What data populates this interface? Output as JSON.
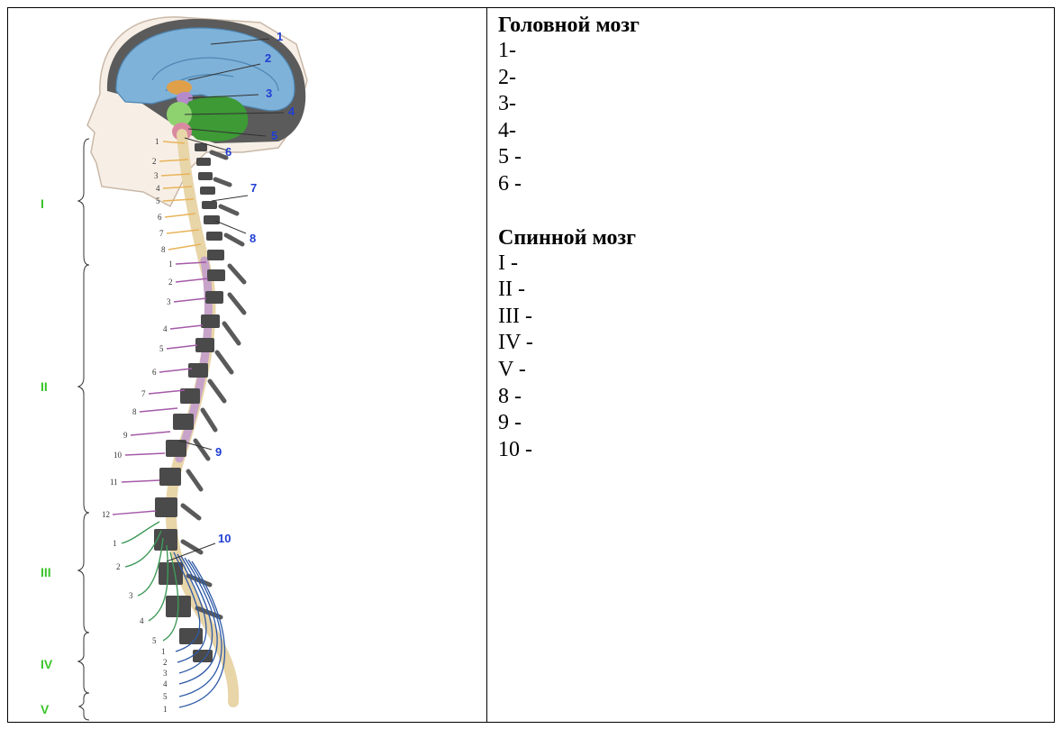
{
  "brain": {
    "heading": "Головной мозг",
    "items": [
      "1-",
      "2-",
      "3-",
      "4-",
      "5 -",
      "6 -"
    ]
  },
  "spine": {
    "heading": "Спинной мозг",
    "items": [
      "I -",
      "II -",
      "III -",
      "IV -",
      "V -",
      "8 -",
      "9 -",
      "10 -"
    ]
  },
  "diagram": {
    "callouts": [
      "1",
      "2",
      "3",
      "4",
      "5",
      "6",
      "7",
      "8",
      "9",
      "10"
    ],
    "sections": [
      "I",
      "II",
      "III",
      "IV",
      "V"
    ],
    "cervical_numbers": [
      "1",
      "2",
      "3",
      "4",
      "5",
      "6",
      "7",
      "8"
    ],
    "thoracic_numbers": [
      "1",
      "2",
      "3",
      "4",
      "5",
      "6",
      "7",
      "8",
      "9",
      "10",
      "11",
      "12"
    ],
    "lumbar_numbers": [
      "1",
      "2",
      "3",
      "4",
      "5"
    ],
    "sacral_numbers": [
      "1",
      "2",
      "3",
      "4",
      "5"
    ],
    "coccygeal_numbers": [
      "1"
    ]
  },
  "colors": {
    "cerebrum": "#7fb2d8",
    "cerebellum": "#3d9a35",
    "brainstem": "#d98aa0",
    "cervical_nerves": "#e8b35a",
    "thoracic_nerves": "#a45aa8",
    "lumbar_nerves": "#3f9a5a",
    "sacral_nerves": "#2f5aa6",
    "callout_text": "#1f3fd4",
    "section_text": "#3cc42a"
  }
}
